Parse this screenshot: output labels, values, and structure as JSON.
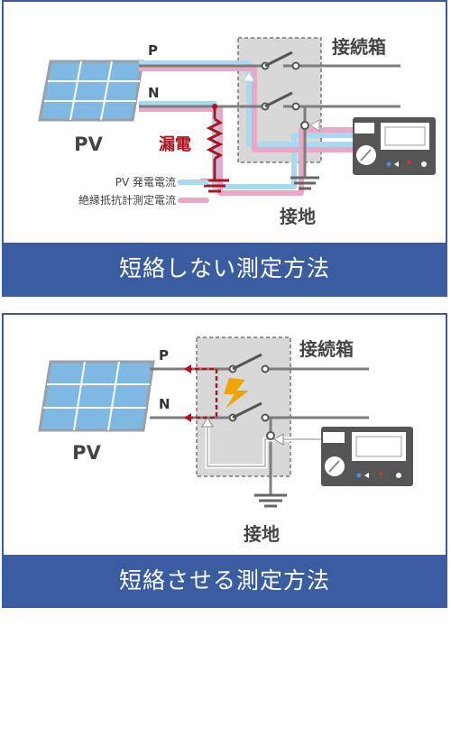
{
  "panel_top": {
    "label_p": "P",
    "label_n": "N",
    "label_pv": "PV",
    "label_box": "接続箱",
    "label_leak": "漏電",
    "label_ground": "接地",
    "legend": [
      {
        "text": "PV 発電電流",
        "color": "#a9d9ef"
      },
      {
        "text": "絶縁抵抗計測定電流",
        "color": "#e8a9c8"
      }
    ],
    "caption": "短絡しない測定方法"
  },
  "panel_bottom": {
    "label_p": "P",
    "label_n": "N",
    "label_pv": "PV",
    "label_box": "接続箱",
    "label_ground": "接地",
    "caption": "短絡させる測定方法"
  },
  "colors": {
    "frame_blue": "#3a5da2",
    "wire_gray": "#7d7d7d",
    "pv_current": "#a9d9ef",
    "test_current": "#e8a9c8",
    "leak_red": "#b3121d",
    "spark_orange": "#f0a500",
    "panel_cell": "#7fb8e2"
  }
}
